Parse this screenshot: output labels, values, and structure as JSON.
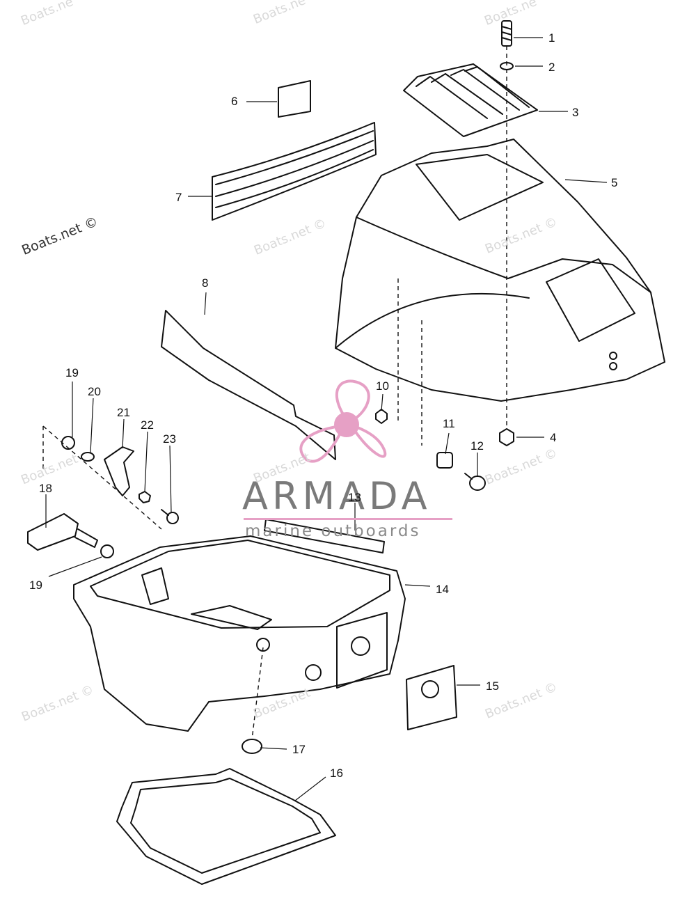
{
  "watermarks": [
    "Boats.net",
    "Boats.ne",
    "Boats.net ©"
  ],
  "logo": {
    "name": "ARMADA",
    "tagline": "marine outboards",
    "accent_color": "#e6a0c5"
  },
  "callouts": [
    "1",
    "2",
    "3",
    "4",
    "5",
    "6",
    "7",
    "8",
    "10",
    "11",
    "12",
    "13",
    "14",
    "15",
    "16",
    "17",
    "18",
    "19",
    "19",
    "20",
    "21",
    "22",
    "23"
  ]
}
